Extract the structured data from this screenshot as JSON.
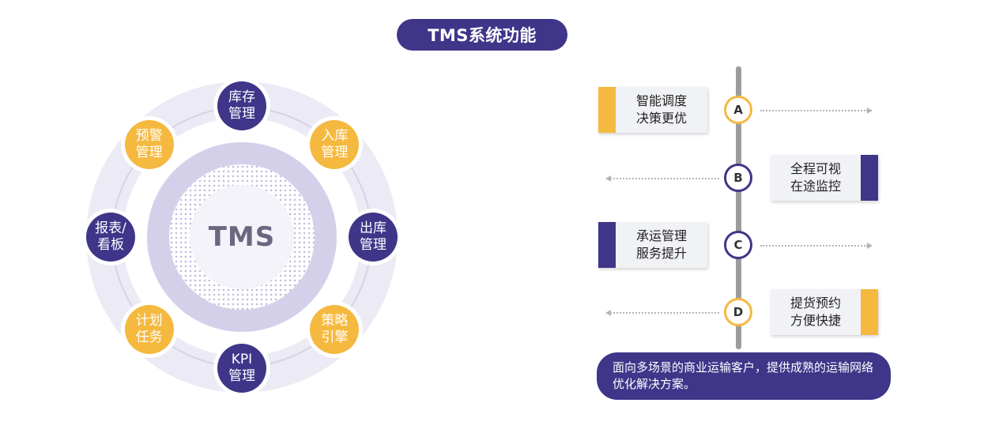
{
  "title": "TMS系统功能",
  "colors": {
    "purple": "#3f3589",
    "yellow": "#f5b93f",
    "card": "#f1f2f5"
  },
  "wheel": {
    "center": "TMS",
    "nodes": [
      {
        "label": "库存\n管理",
        "color": "purple"
      },
      {
        "label": "入库\n管理",
        "color": "yellow"
      },
      {
        "label": "出库\n管理",
        "color": "purple"
      },
      {
        "label": "策略\n引擎",
        "color": "yellow"
      },
      {
        "label": "KPI\n管理",
        "color": "purple"
      },
      {
        "label": "计划\n任务",
        "color": "yellow"
      },
      {
        "label": "报表/\n看板",
        "color": "purple"
      },
      {
        "label": "预警\n管理",
        "color": "yellow"
      }
    ]
  },
  "timeline": {
    "items": [
      {
        "marker": "A",
        "text": "智能调度\n决策更优",
        "side": "left",
        "color": "yellow"
      },
      {
        "marker": "B",
        "text": "全程可视\n在途监控",
        "side": "right",
        "color": "purple"
      },
      {
        "marker": "C",
        "text": "承运管理\n服务提升",
        "side": "left",
        "color": "purple"
      },
      {
        "marker": "D",
        "text": "提货预约\n方便快捷",
        "side": "right",
        "color": "yellow"
      }
    ],
    "note": "面向多场景的商业运输客户，提供成熟的运输网络优化解决方案。"
  }
}
